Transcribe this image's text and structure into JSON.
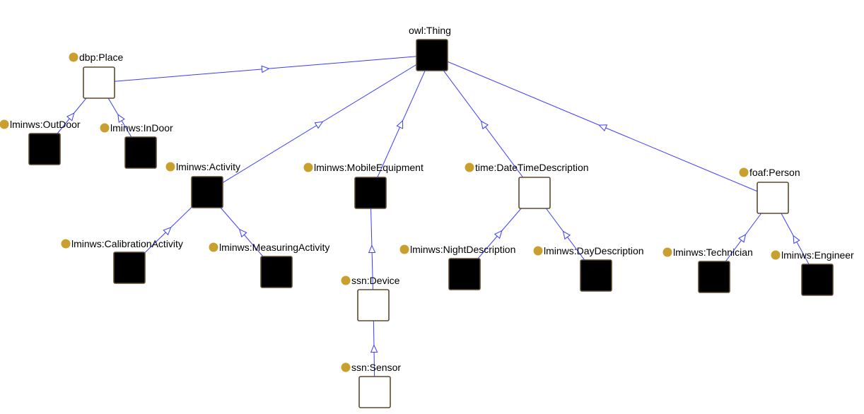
{
  "diagram": {
    "edge_color": "#3c3cff",
    "node_border_color": "#5a4a30",
    "marker_color": "#c9a030",
    "nodes": [
      {
        "id": "thing",
        "label": "owl:Thing",
        "fill": "#000000",
        "marker": false
      },
      {
        "id": "place",
        "label": "dbp:Place",
        "fill": "#ffffff",
        "marker": true
      },
      {
        "id": "outdoor",
        "label": "lminws:OutDoor",
        "fill": "#000000",
        "marker": true
      },
      {
        "id": "indoor",
        "label": "lminws:InDoor",
        "fill": "#000000",
        "marker": true
      },
      {
        "id": "activity",
        "label": "lminws:Activity",
        "fill": "#000000",
        "marker": true
      },
      {
        "id": "calib",
        "label": "lminws:CalibrationActivity",
        "fill": "#000000",
        "marker": true
      },
      {
        "id": "measuring",
        "label": "lminws:MeasuringActivity",
        "fill": "#000000",
        "marker": true
      },
      {
        "id": "mobile",
        "label": "lminws:MobileEquipment",
        "fill": "#000000",
        "marker": true
      },
      {
        "id": "device",
        "label": "ssn:Device",
        "fill": "#ffffff",
        "marker": true
      },
      {
        "id": "sensor",
        "label": "ssn:Sensor",
        "fill": "#ffffff",
        "marker": true
      },
      {
        "id": "datetime",
        "label": "time:DateTimeDescription",
        "fill": "#ffffff",
        "marker": true
      },
      {
        "id": "night",
        "label": "lminws:NightDescription",
        "fill": "#000000",
        "marker": true
      },
      {
        "id": "day",
        "label": "lminws:DayDescription",
        "fill": "#000000",
        "marker": true
      },
      {
        "id": "person",
        "label": "foaf:Person",
        "fill": "#ffffff",
        "marker": true
      },
      {
        "id": "technician",
        "label": "lminws:Technician",
        "fill": "#000000",
        "marker": true
      },
      {
        "id": "engineer",
        "label": "lminws:Engineer",
        "fill": "#000000",
        "marker": true
      }
    ],
    "edges": [
      {
        "from": "place",
        "to": "thing"
      },
      {
        "from": "activity",
        "to": "thing"
      },
      {
        "from": "mobile",
        "to": "thing"
      },
      {
        "from": "datetime",
        "to": "thing"
      },
      {
        "from": "person",
        "to": "thing"
      },
      {
        "from": "outdoor",
        "to": "place"
      },
      {
        "from": "indoor",
        "to": "place"
      },
      {
        "from": "calib",
        "to": "activity"
      },
      {
        "from": "measuring",
        "to": "activity"
      },
      {
        "from": "device",
        "to": "mobile"
      },
      {
        "from": "sensor",
        "to": "device"
      },
      {
        "from": "night",
        "to": "datetime"
      },
      {
        "from": "day",
        "to": "datetime"
      },
      {
        "from": "technician",
        "to": "person"
      },
      {
        "from": "engineer",
        "to": "person"
      }
    ]
  }
}
